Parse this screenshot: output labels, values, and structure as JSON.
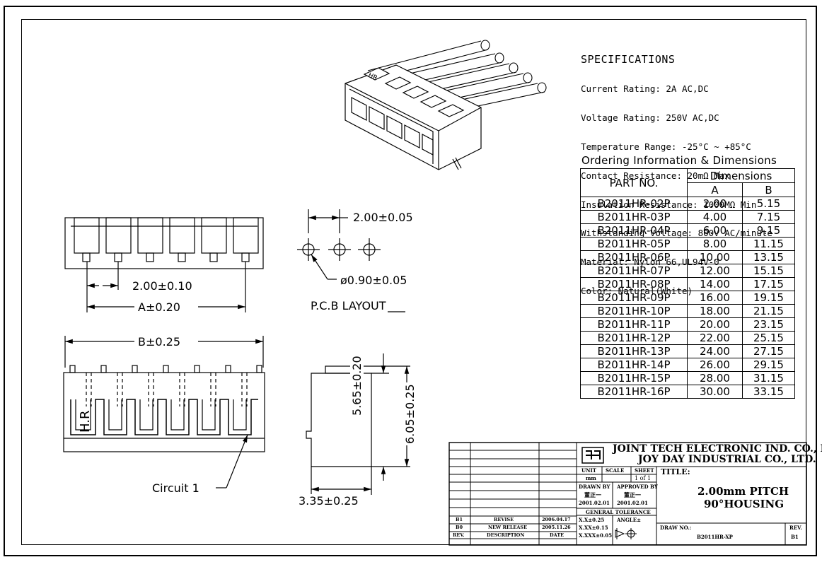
{
  "specifications": {
    "heading": "SPECIFICATIONS",
    "lines": [
      "Current Rating: 2A AC,DC",
      "Voltage Rating: 250V AC,DC",
      "Temperature Range: -25°C ~ +85°C",
      "Contact Resistance: 20mΩ Max",
      "Insulation Resistance: 1000MΩ Min",
      "Withstanding Voltage: 800V AC/minute",
      "Material: Nylon 66,UL94V-0",
      "Color: Natural(White)"
    ]
  },
  "ordering": {
    "title": "Ordering Information & Dimensions",
    "col_part": "PART NO.",
    "col_dimensions": "Dimensions",
    "col_a": "A",
    "col_b": "B",
    "rows": [
      {
        "part": "B2011HR-02P",
        "a": "2.00",
        "b": "5.15"
      },
      {
        "part": "B2011HR-03P",
        "a": "4.00",
        "b": "7.15"
      },
      {
        "part": "B2011HR-04P",
        "a": "6.00",
        "b": "9.15"
      },
      {
        "part": "B2011HR-05P",
        "a": "8.00",
        "b": "11.15"
      },
      {
        "part": "B2011HR-06P",
        "a": "10.00",
        "b": "13.15"
      },
      {
        "part": "B2011HR-07P",
        "a": "12.00",
        "b": "15.15"
      },
      {
        "part": "B2011HR-08P",
        "a": "14.00",
        "b": "17.15"
      },
      {
        "part": "B2011HR-09P",
        "a": "16.00",
        "b": "19.15"
      },
      {
        "part": "B2011HR-10P",
        "a": "18.00",
        "b": "21.15"
      },
      {
        "part": "B2011HR-11P",
        "a": "20.00",
        "b": "23.15"
      },
      {
        "part": "B2011HR-12P",
        "a": "22.00",
        "b": "25.15"
      },
      {
        "part": "B2011HR-13P",
        "a": "24.00",
        "b": "27.15"
      },
      {
        "part": "B2011HR-14P",
        "a": "26.00",
        "b": "29.15"
      },
      {
        "part": "B2011HR-15P",
        "a": "28.00",
        "b": "31.15"
      },
      {
        "part": "B2011HR-16P",
        "a": "30.00",
        "b": "33.15"
      }
    ]
  },
  "dimensions": {
    "top_pitch": "2.00±0.10",
    "top_a": "A±0.20",
    "pcb_pitch": "2.00±0.05",
    "pcb_hole": "ø0.90±0.05",
    "pcb_label": "P.C.B LAYOUT",
    "front_b": "B±0.25",
    "circuit": "Circuit 1",
    "side_width": "3.35±0.25",
    "side_h1": "5.65±0.20",
    "side_h2": "6.05±0.25",
    "housing_mark": "H.R",
    "iso_mark": "HR"
  },
  "title_block": {
    "company1": "JOINT TECH ELECTRONIC IND. CO., LTD.",
    "company2": "JOY DAY INDUSTRIAL CO., LTD.",
    "unit_label": "UNIT",
    "unit_value": "mm",
    "scale_label": "SCALE",
    "sheet_label": "SHEET",
    "sheet_value": "1 of 1",
    "title_label": "TITLE:",
    "title_line1": "2.00mm PITCH",
    "title_line2": "90°HOUSING",
    "drawn_by_label": "DRAWN BY",
    "drawn_by_name": "董正一",
    "drawn_date": "2001.02.01",
    "approved_label": "APPROVED BY",
    "approved_name": "董正一",
    "approved_date": "2001.02.01",
    "tolerance_label": "GENERAL TOLERANCE",
    "tol1": "X.X±0.25",
    "tol2": "X.XX±0.15",
    "tol3": "X.XXX±0.05",
    "angle_label": "ANGLE±",
    "draw_no_label": "DRAW NO.:",
    "draw_no": "B2011HR-XP",
    "rev_label": "REV.",
    "rev_value": "B1",
    "revisions": [
      {
        "rev": "B1",
        "desc": "REVISE",
        "date": "2006.04.17"
      },
      {
        "rev": "B0",
        "desc": "NEW RELEASE",
        "date": "2005.11.26"
      }
    ],
    "hdr_rev": "REV.",
    "hdr_desc": "DESCRIPTION",
    "hdr_date": "DATE"
  }
}
